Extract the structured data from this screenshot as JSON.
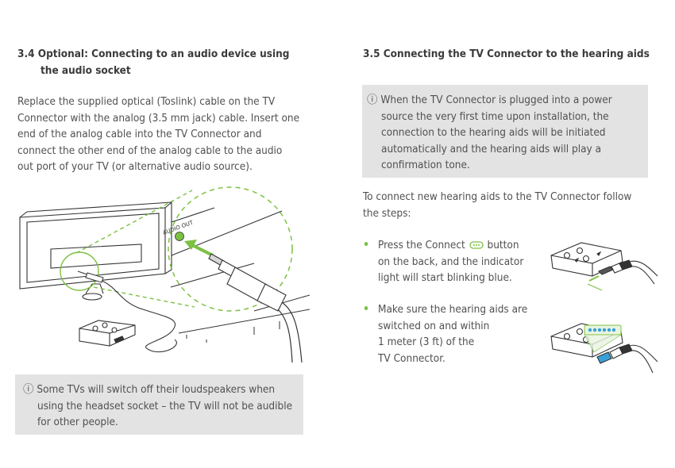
{
  "section_3_4": {
    "heading_line1": "3.4  Optional: Connecting to an audio device using",
    "heading_line2": "the audio socket",
    "body_lines": [
      "Replace the supplied optical (Toslink) cable on the TV",
      "Connector with the analog (3.5 mm jack) cable. Insert one",
      "end of the analog cable into the TV Connector and",
      "connect the other end of the analog cable to the audio",
      "out port of your TV (or alternative audio source)."
    ],
    "illustration_label": "AUDIO OUT",
    "note_lines": [
      "ⓘ Some TVs will switch off their loudspeakers when",
      "using the headset socket – the TV will not be audible",
      "for other people."
    ]
  },
  "section_3_5": {
    "heading": "3.5  Connecting the TV Connector to the hearing aids",
    "note_lines": [
      "ⓘ When the TV Connector is plugged into a power",
      "source the very first time upon installation, the",
      "connection to the hearing aids will be initiated",
      "automatically and the hearing aids will play a",
      "confirmation tone."
    ],
    "intro_lines": [
      "To connect new hearing aids to the TV Connector follow",
      "the steps:"
    ],
    "step1": {
      "line1_before": "Press the Connect",
      "line1_after": "button",
      "line2": "on the back, and the indicator",
      "line3": "light will start blinking blue."
    },
    "step2_lines": [
      "Make sure the hearing aids are",
      "switched on and within",
      "1 meter (3 ft) of the",
      "TV Connector."
    ],
    "bullet_char": "•"
  },
  "colors": {
    "accent_green": "#7cc142",
    "note_background": "#e3e3e3",
    "indicator_blue": "#3aa0d8"
  }
}
